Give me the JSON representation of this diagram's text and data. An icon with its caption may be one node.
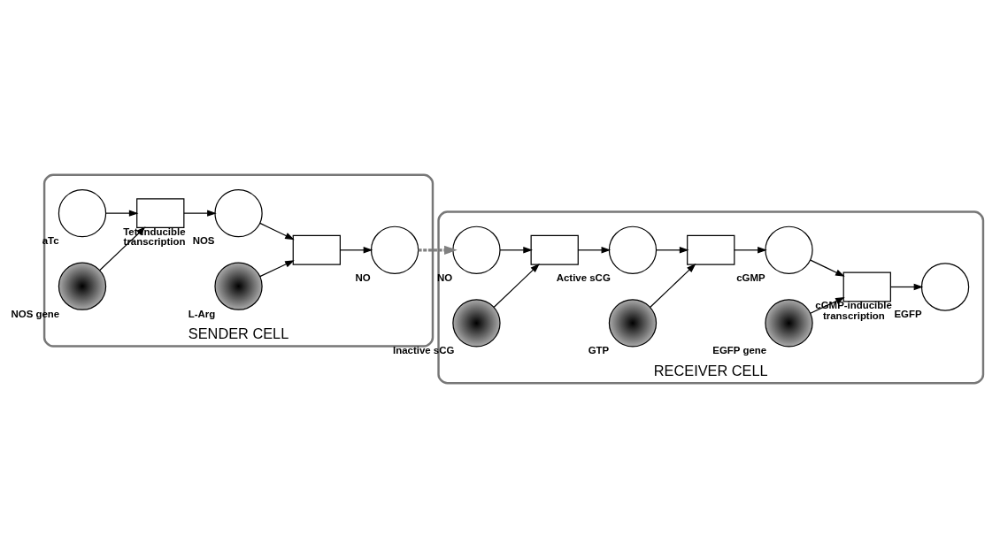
{
  "diagram": {
    "nodes": [
      {
        "text": [
          "SENDER CELL"
        ]
      },
      {
        "text": [],
        "shape": "circle",
        "beside": [
          "aTc"
        ],
        "in": 0
      },
      {
        "text": [],
        "shape": "circle",
        "beside": [
          "NOS"
        ],
        "in": 0
      },
      {
        "text": [],
        "shape": "box",
        "beside": [
          "Tet-inducible transcription"
        ],
        "in": 0
      },
      {
        "text": [],
        "shape": "token",
        "beside": [
          "NOS gene"
        ],
        "in": 0
      },
      {
        "text": [],
        "shape": "token",
        "beside": [
          "L-Arg"
        ],
        "in": 0
      },
      {
        "text": [],
        "shape": "box",
        "in": 0
      },
      {
        "text": [],
        "shape": "circle",
        "beside": [
          "NO"
        ],
        "in": 0
      },
      {
        "text": [
          "RECEIVER CELL"
        ]
      },
      {
        "text": [],
        "shape": "circle",
        "beside": [
          "NO"
        ],
        "in": 8
      },
      {
        "text": [],
        "shape": "box",
        "in": 8
      },
      {
        "text": [],
        "shape": "token",
        "beside": [
          "Inactive sCG"
        ],
        "in": 8
      },
      {
        "text": [],
        "shape": "circle",
        "beside": [
          "Active sCG"
        ],
        "in": 8
      },
      {
        "text": [],
        "shape": "token",
        "beside": [
          "GTP"
        ],
        "in": 8
      },
      {
        "text": [],
        "shape": "box",
        "in": 8
      },
      {
        "text": [],
        "shape": "circle",
        "beside": [
          "cGMP"
        ],
        "in": 8
      },
      {
        "text": [],
        "shape": "box",
        "beside": [
          "cGMP-inducible transcription"
        ],
        "in": 8
      },
      {
        "text": [],
        "shape": "token",
        "beside": [
          "EGFP gene"
        ],
        "in": 8
      },
      {
        "text": [],
        "shape": "circle",
        "beside": [
          "EGFP"
        ],
        "in": 8
      }
    ],
    "edges": [
      {
        "from": 4,
        "to": 3,
        "arrow": "to"
      },
      {
        "from": 1,
        "to": 3,
        "arrow": "to"
      },
      {
        "from": 3,
        "to": 2,
        "arrow": "to"
      },
      {
        "from": 2,
        "to": 6,
        "arrow": "to"
      },
      {
        "from": 5,
        "to": 6,
        "arrow": "to"
      },
      {
        "from": 6,
        "to": 7,
        "arrow": "to"
      },
      {
        "from": 7,
        "to": 9,
        "arrow": "to",
        "style": "dashed",
        "color": "#808080"
      },
      {
        "from": 9,
        "to": 10,
        "arrow": "to"
      },
      {
        "from": 11,
        "to": 10,
        "arrow": "to"
      },
      {
        "from": 10,
        "to": 12,
        "arrow": "to"
      },
      {
        "from": 12,
        "to": 14,
        "arrow": "to"
      },
      {
        "from": 13,
        "to": 14,
        "arrow": "to"
      },
      {
        "from": 14,
        "to": 15,
        "arrow": "to"
      },
      {
        "from": 15,
        "to": 16,
        "arrow": "to"
      },
      {
        "from": 17,
        "to": 16,
        "arrow": "to"
      },
      {
        "from": 16,
        "to": 18,
        "arrow": "to"
      }
    ]
  }
}
